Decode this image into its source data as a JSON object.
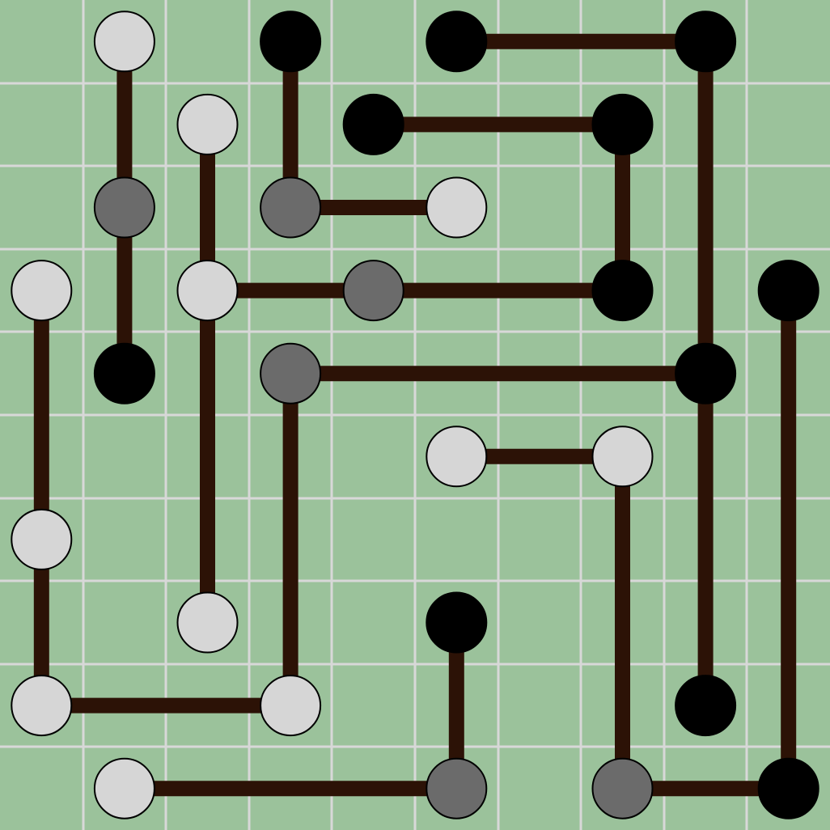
{
  "puzzle": {
    "name": "Masyu",
    "grid_size": 10,
    "colors": {
      "background": "#9bc29b",
      "grid": "#d8d8d8",
      "link": "#2c1206",
      "white": "#d6d6d6",
      "black": "#000000",
      "gray": "#6b6b6b",
      "outline": "#000000"
    },
    "pearls": [
      {
        "row": 0,
        "col": 1,
        "type": "white"
      },
      {
        "row": 0,
        "col": 3,
        "type": "black"
      },
      {
        "row": 0,
        "col": 5,
        "type": "black"
      },
      {
        "row": 0,
        "col": 8,
        "type": "black"
      },
      {
        "row": 1,
        "col": 2,
        "type": "white"
      },
      {
        "row": 1,
        "col": 4,
        "type": "black"
      },
      {
        "row": 1,
        "col": 7,
        "type": "black"
      },
      {
        "row": 2,
        "col": 1,
        "type": "gray"
      },
      {
        "row": 2,
        "col": 3,
        "type": "gray"
      },
      {
        "row": 2,
        "col": 5,
        "type": "white"
      },
      {
        "row": 3,
        "col": 0,
        "type": "white"
      },
      {
        "row": 3,
        "col": 2,
        "type": "white"
      },
      {
        "row": 3,
        "col": 4,
        "type": "gray"
      },
      {
        "row": 3,
        "col": 7,
        "type": "black"
      },
      {
        "row": 3,
        "col": 9,
        "type": "black"
      },
      {
        "row": 4,
        "col": 1,
        "type": "black"
      },
      {
        "row": 4,
        "col": 3,
        "type": "gray"
      },
      {
        "row": 4,
        "col": 8,
        "type": "black"
      },
      {
        "row": 5,
        "col": 5,
        "type": "white"
      },
      {
        "row": 5,
        "col": 7,
        "type": "white"
      },
      {
        "row": 6,
        "col": 0,
        "type": "white"
      },
      {
        "row": 7,
        "col": 2,
        "type": "white"
      },
      {
        "row": 7,
        "col": 5,
        "type": "black"
      },
      {
        "row": 8,
        "col": 0,
        "type": "white"
      },
      {
        "row": 8,
        "col": 3,
        "type": "white"
      },
      {
        "row": 8,
        "col": 8,
        "type": "black"
      },
      {
        "row": 9,
        "col": 1,
        "type": "white"
      },
      {
        "row": 9,
        "col": 5,
        "type": "gray"
      },
      {
        "row": 9,
        "col": 7,
        "type": "gray"
      },
      {
        "row": 9,
        "col": 9,
        "type": "black"
      }
    ],
    "links": [
      {
        "from": [
          0,
          5
        ],
        "to": [
          0,
          8
        ]
      },
      {
        "from": [
          1,
          4
        ],
        "to": [
          1,
          7
        ]
      },
      {
        "from": [
          2,
          3
        ],
        "to": [
          2,
          5
        ]
      },
      {
        "from": [
          3,
          2
        ],
        "to": [
          3,
          7
        ]
      },
      {
        "from": [
          4,
          3
        ],
        "to": [
          4,
          8
        ]
      },
      {
        "from": [
          5,
          5
        ],
        "to": [
          5,
          7
        ]
      },
      {
        "from": [
          8,
          0
        ],
        "to": [
          8,
          3
        ]
      },
      {
        "from": [
          9,
          1
        ],
        "to": [
          9,
          5
        ]
      },
      {
        "from": [
          9,
          7
        ],
        "to": [
          9,
          9
        ]
      },
      {
        "from": [
          0,
          1
        ],
        "to": [
          4,
          1
        ]
      },
      {
        "from": [
          1,
          2
        ],
        "to": [
          7,
          2
        ]
      },
      {
        "from": [
          0,
          3
        ],
        "to": [
          2,
          3
        ]
      },
      {
        "from": [
          4,
          3
        ],
        "to": [
          8,
          3
        ]
      },
      {
        "from": [
          3,
          0
        ],
        "to": [
          8,
          0
        ]
      },
      {
        "from": [
          7,
          5
        ],
        "to": [
          9,
          5
        ]
      },
      {
        "from": [
          1,
          7
        ],
        "to": [
          3,
          7
        ]
      },
      {
        "from": [
          5,
          7
        ],
        "to": [
          9,
          7
        ]
      },
      {
        "from": [
          0,
          8
        ],
        "to": [
          8,
          8
        ]
      },
      {
        "from": [
          3,
          9
        ],
        "to": [
          9,
          9
        ]
      }
    ]
  }
}
